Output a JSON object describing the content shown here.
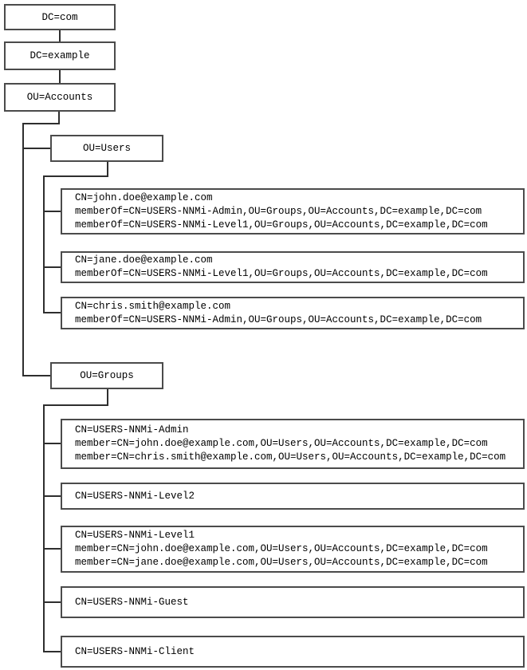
{
  "colors": {
    "box_border": "#4b4b4b",
    "connector_line": "#2e2e2e",
    "text": "#000000",
    "background": "#ffffff"
  },
  "tree": {
    "root": [
      {
        "label": "DC=com"
      },
      {
        "label": "DC=example"
      },
      {
        "label": "OU=Accounts"
      }
    ],
    "users_ou": {
      "label": "OU=Users"
    },
    "groups_ou": {
      "label": "OU=Groups"
    },
    "users": [
      {
        "lines": [
          "CN=john.doe@example.com",
          "memberOf=CN=USERS-NNMi-Admin,OU=Groups,OU=Accounts,DC=example,DC=com",
          "memberOf=CN=USERS-NNMi-Level1,OU=Groups,OU=Accounts,DC=example,DC=com"
        ]
      },
      {
        "lines": [
          "CN=jane.doe@example.com",
          "memberOf=CN=USERS-NNMi-Level1,OU=Groups,OU=Accounts,DC=example,DC=com"
        ]
      },
      {
        "lines": [
          "CN=chris.smith@example.com",
          "memberOf=CN=USERS-NNMi-Admin,OU=Groups,OU=Accounts,DC=example,DC=com"
        ]
      }
    ],
    "groups": [
      {
        "lines": [
          "CN=USERS-NNMi-Admin",
          "member=CN=john.doe@example.com,OU=Users,OU=Accounts,DC=example,DC=com",
          "member=CN=chris.smith@example.com,OU=Users,OU=Accounts,DC=example,DC=com"
        ]
      },
      {
        "lines": [
          "CN=USERS-NNMi-Level2"
        ]
      },
      {
        "lines": [
          "CN=USERS-NNMi-Level1",
          "member=CN=john.doe@example.com,OU=Users,OU=Accounts,DC=example,DC=com",
          "member=CN=jane.doe@example.com,OU=Users,OU=Accounts,DC=example,DC=com"
        ]
      },
      {
        "lines": [
          "CN=USERS-NNMi-Guest"
        ]
      },
      {
        "lines": [
          "CN=USERS-NNMi-Client"
        ]
      }
    ]
  }
}
